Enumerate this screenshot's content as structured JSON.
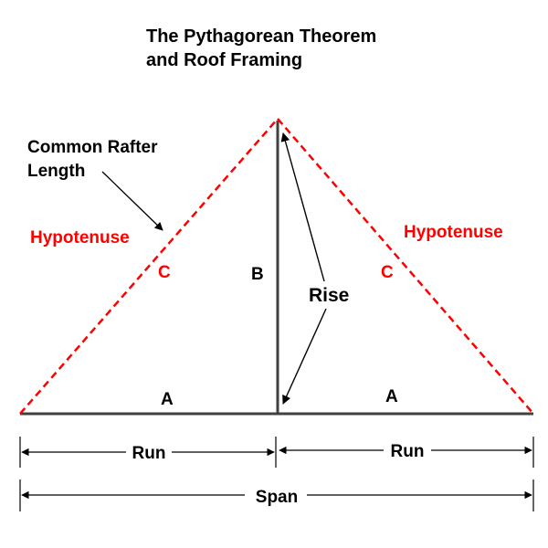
{
  "title": {
    "line1": "The Pythagorean Theorem",
    "line2": "and Roof Framing"
  },
  "labels": {
    "common_rafter_line1": "Common Rafter",
    "common_rafter_line2": "Length",
    "hypotenuse_left": "Hypotenuse",
    "hypotenuse_right": "Hypotenuse",
    "c_left": "C",
    "c_right": "C",
    "b": "B",
    "rise": "Rise",
    "a_left": "A",
    "a_right": "A",
    "run_left": "Run",
    "run_right": "Run",
    "span": "Span"
  },
  "colors": {
    "hypotenuse": "#ff0000",
    "structure": "#404040",
    "text": "#000000"
  }
}
